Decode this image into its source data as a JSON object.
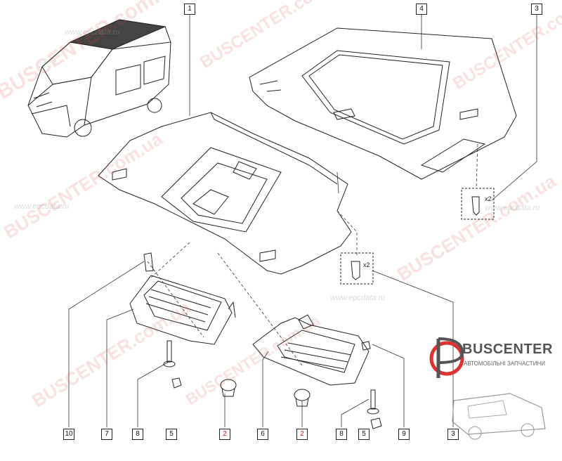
{
  "callouts": {
    "c1": "1",
    "c4": "4",
    "c3_top": "3",
    "c10": "10",
    "c7": "7",
    "c8_left": "8",
    "c5_left": "5",
    "c2_left": "2",
    "c6": "6",
    "c2_right": "2",
    "c8_right": "8",
    "c5_right": "5",
    "c9": "9",
    "c3_bottom": "3"
  },
  "quantities": {
    "q_top": "x2",
    "q_mid": "x2"
  },
  "watermarks": {
    "buscenter": "BUSCENTER.com.ua",
    "epcdata": "www.epcdata.ru"
  },
  "logo": {
    "brand": "BUSCENTER",
    "tagline": "АВТОМОБІЛЬНІ ЗАПЧАСТИНИ"
  },
  "colors": {
    "line": "#222222",
    "highlight": "#d11111",
    "watermark": "#dc4646"
  }
}
